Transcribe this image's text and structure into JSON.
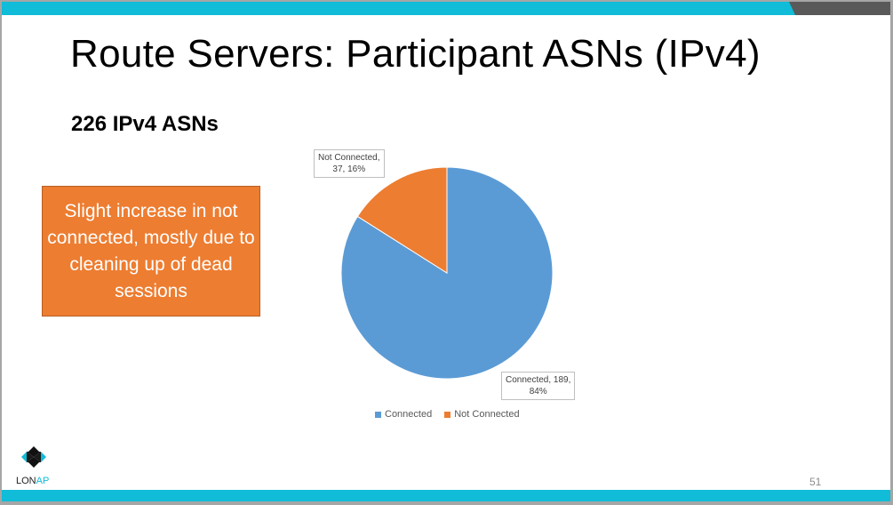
{
  "slide": {
    "title": "Route Servers: Participant ASNs (IPv4)",
    "subtitle": "226 IPv4 ASNs",
    "callout": "Slight increase in not connected, mostly due to cleaning up of dead sessions",
    "page_number": "51",
    "logo_text": "LONAP",
    "colors": {
      "accent_bar": "#10bcd7",
      "corner": "#595959",
      "callout": "#ed7d31"
    }
  },
  "chart_data": {
    "type": "pie",
    "title": "",
    "categories": [
      "Connected",
      "Not Connected"
    ],
    "values": [
      189,
      37
    ],
    "percentages": [
      84,
      16
    ],
    "colors": [
      "#5b9bd5",
      "#ed7d31"
    ],
    "data_labels": [
      "Connected,  189, 84%",
      "Not Connected, 37, 16%"
    ],
    "legend_position": "bottom",
    "total": 226
  },
  "labels": {
    "connected_line1": "Connected,  189,",
    "connected_line2": "84%",
    "not_connected_line1": "Not Connected,",
    "not_connected_line2": "37, 16%"
  },
  "legend": [
    {
      "label": "Connected",
      "color": "#5b9bd5"
    },
    {
      "label": "Not Connected",
      "color": "#ed7d31"
    }
  ]
}
